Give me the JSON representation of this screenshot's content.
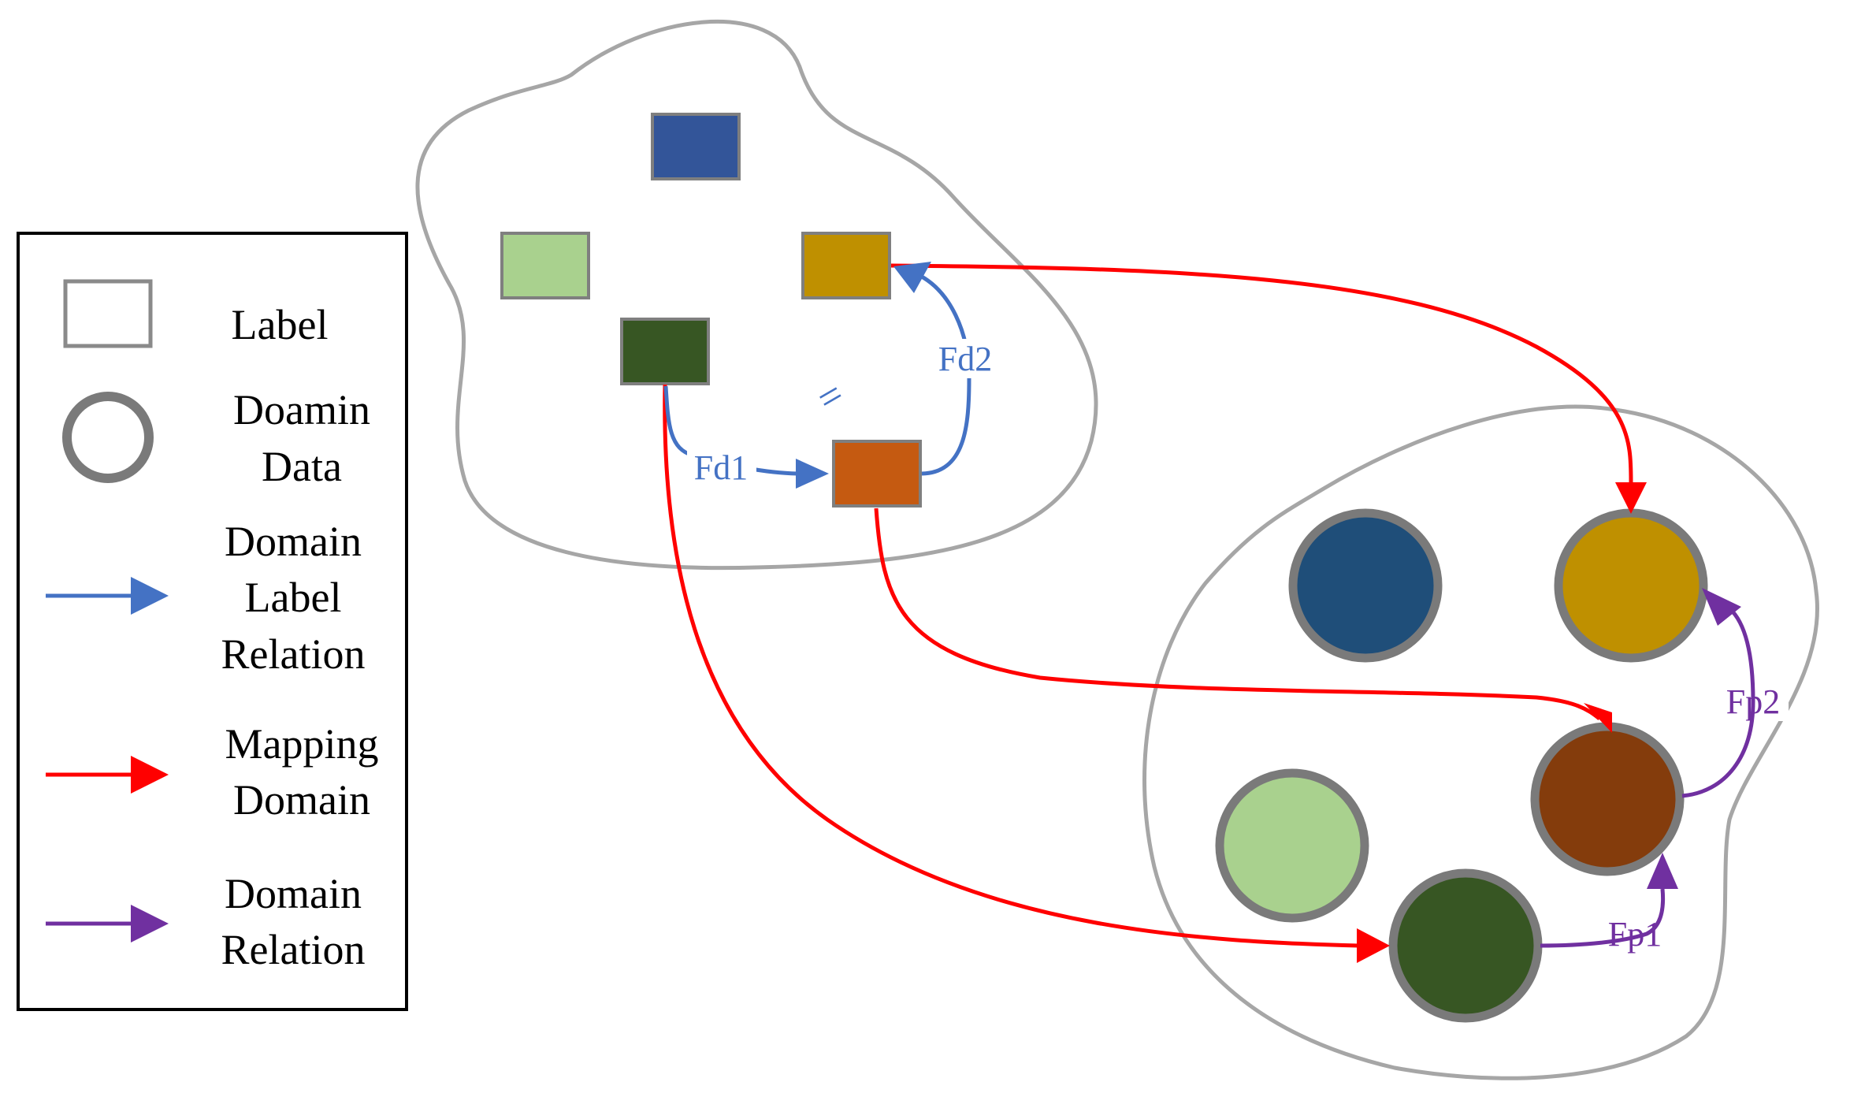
{
  "legend": {
    "items": [
      {
        "label_lines": [
          "Label"
        ],
        "symbol": "rectangle-outline",
        "color": "#8a8a8a"
      },
      {
        "label_lines": [
          "Doamin",
          "Data"
        ],
        "symbol": "circle-outline",
        "color": "#7a7a7a"
      },
      {
        "label_lines": [
          "Domain",
          "Label",
          "Relation"
        ],
        "symbol": "arrow",
        "color": "#4472c4"
      },
      {
        "label_lines": [
          "Mapping",
          "Domain"
        ],
        "symbol": "arrow",
        "color": "#ff0000"
      },
      {
        "label_lines": [
          "Domain",
          "Relation"
        ],
        "symbol": "arrow",
        "color": "#7030a0"
      }
    ]
  },
  "label_space": {
    "nodes": [
      {
        "id": "blue-label",
        "color": "#335599"
      },
      {
        "id": "light-green-label",
        "color": "#a9d18e"
      },
      {
        "id": "gold-label",
        "color": "#bf9000"
      },
      {
        "id": "dark-green-label",
        "color": "#375623"
      },
      {
        "id": "orange-label",
        "color": "#c55a11"
      }
    ],
    "relations": [
      {
        "from": "dark-green-label",
        "to": "orange-label",
        "label": "Fd1",
        "color": "#4472c4"
      },
      {
        "from": "orange-label",
        "to": "gold-label",
        "label": "Fd2",
        "color": "#4472c4"
      }
    ],
    "equality_mark": "="
  },
  "domain_space": {
    "nodes": [
      {
        "id": "navy-domain",
        "color": "#1f4e79"
      },
      {
        "id": "gold-domain",
        "color": "#bf9000"
      },
      {
        "id": "brown-domain",
        "color": "#843c0c"
      },
      {
        "id": "light-green-domain",
        "color": "#a9d18e"
      },
      {
        "id": "dark-green-domain",
        "color": "#375623"
      }
    ],
    "relations": [
      {
        "from": "dark-green-domain",
        "to": "brown-domain",
        "label": "Fp1",
        "color": "#7030a0"
      },
      {
        "from": "brown-domain",
        "to": "gold-domain",
        "label": "Fp2",
        "color": "#7030a0"
      }
    ]
  },
  "mappings": [
    {
      "from": "gold-label",
      "to": "gold-domain",
      "color": "#ff0000"
    },
    {
      "from": "orange-label",
      "to": "brown-domain",
      "color": "#ff0000"
    },
    {
      "from": "dark-green-label",
      "to": "dark-green-domain",
      "color": "#ff0000"
    }
  ]
}
